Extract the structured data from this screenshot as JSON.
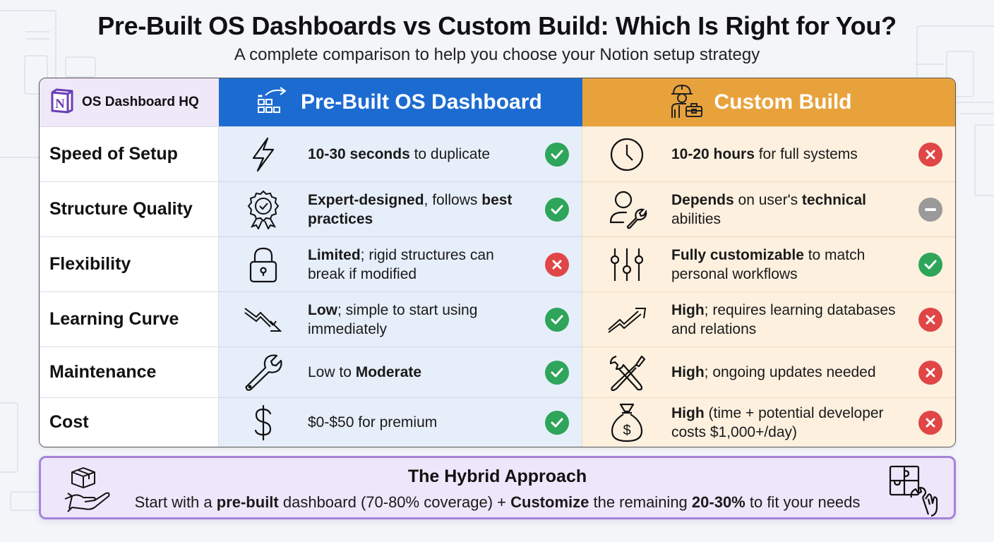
{
  "page": {
    "title": "Pre-Built OS Dashboards vs Custom Build: Which Is Right for You?",
    "subtitle": "A complete comparison to help you choose your Notion setup strategy"
  },
  "table": {
    "brand": {
      "icon": "notion-logo-icon",
      "label": "OS Dashboard HQ",
      "color": "#6a3fb5"
    },
    "columns": [
      {
        "key": "prebuilt",
        "label": "Pre-Built OS Dashboard",
        "icon": "grid-duplicate-icon",
        "color": "#1c6bd1"
      },
      {
        "key": "custom",
        "label": "Custom Build",
        "icon": "builder-toolbox-icon",
        "color": "#e8a23c"
      }
    ],
    "rows": [
      {
        "label": "Speed of Setup",
        "prebuilt": {
          "icon": "lightning-icon",
          "bold": "10-30 seconds",
          "text": " to duplicate",
          "status": "check"
        },
        "custom": {
          "icon": "clock-icon",
          "bold": "10-20 hours",
          "text": " for full systems",
          "status": "cross"
        }
      },
      {
        "label": "Structure Quality",
        "prebuilt": {
          "icon": "award-badge-icon",
          "bold": "Expert-designed",
          "text": ", follows ",
          "bold2": "best practices",
          "status": "check"
        },
        "custom": {
          "icon": "user-wrench-icon",
          "bold": "Depends",
          "text": " on user's ",
          "bold2": "technical",
          "text2": " abilities",
          "status": "neutral"
        }
      },
      {
        "label": "Flexibility",
        "prebuilt": {
          "icon": "lock-icon",
          "bold": "Limited",
          "text": "; rigid structures can break if modified",
          "status": "cross"
        },
        "custom": {
          "icon": "sliders-icon",
          "bold": "Fully customizable",
          "text": " to match personal workflows",
          "status": "check"
        }
      },
      {
        "label": "Learning Curve",
        "prebuilt": {
          "icon": "trend-down-icon",
          "bold": "Low",
          "text": "; simple to start using immediately",
          "status": "check"
        },
        "custom": {
          "icon": "trend-up-icon",
          "bold": "High",
          "text": "; requires learning databases and relations",
          "status": "cross"
        }
      },
      {
        "label": "Maintenance",
        "prebuilt": {
          "icon": "wrench-icon",
          "text": "Low to ",
          "bold_after": "Moderate",
          "status": "check"
        },
        "custom": {
          "icon": "tools-crossed-icon",
          "bold": "High",
          "text": "; ongoing updates needed",
          "status": "cross"
        }
      },
      {
        "label": "Cost",
        "prebuilt": {
          "icon": "dollar-icon",
          "text": "$0-$50 for premium",
          "status": "check"
        },
        "custom": {
          "icon": "money-bag-icon",
          "bold": "High",
          "text": " (time + potential developer costs $1,000+/day)",
          "status": "cross"
        }
      }
    ]
  },
  "hybrid": {
    "title": "The Hybrid Approach",
    "parts": [
      {
        "t": "Start with a ",
        "b": false
      },
      {
        "t": "pre-built",
        "b": true
      },
      {
        "t": " dashboard (70-80% coverage) + ",
        "b": false
      },
      {
        "t": "Customize",
        "b": true
      },
      {
        "t": " the remaining ",
        "b": false
      },
      {
        "t": "20-30%",
        "b": true
      },
      {
        "t": " to fit your needs",
        "b": false
      }
    ],
    "left_icon": "hand-box-icon",
    "right_icon": "puzzle-hand-icon"
  },
  "status_colors": {
    "check": "#2ea55a",
    "cross": "#e04646",
    "neutral": "#9a9a9a"
  }
}
